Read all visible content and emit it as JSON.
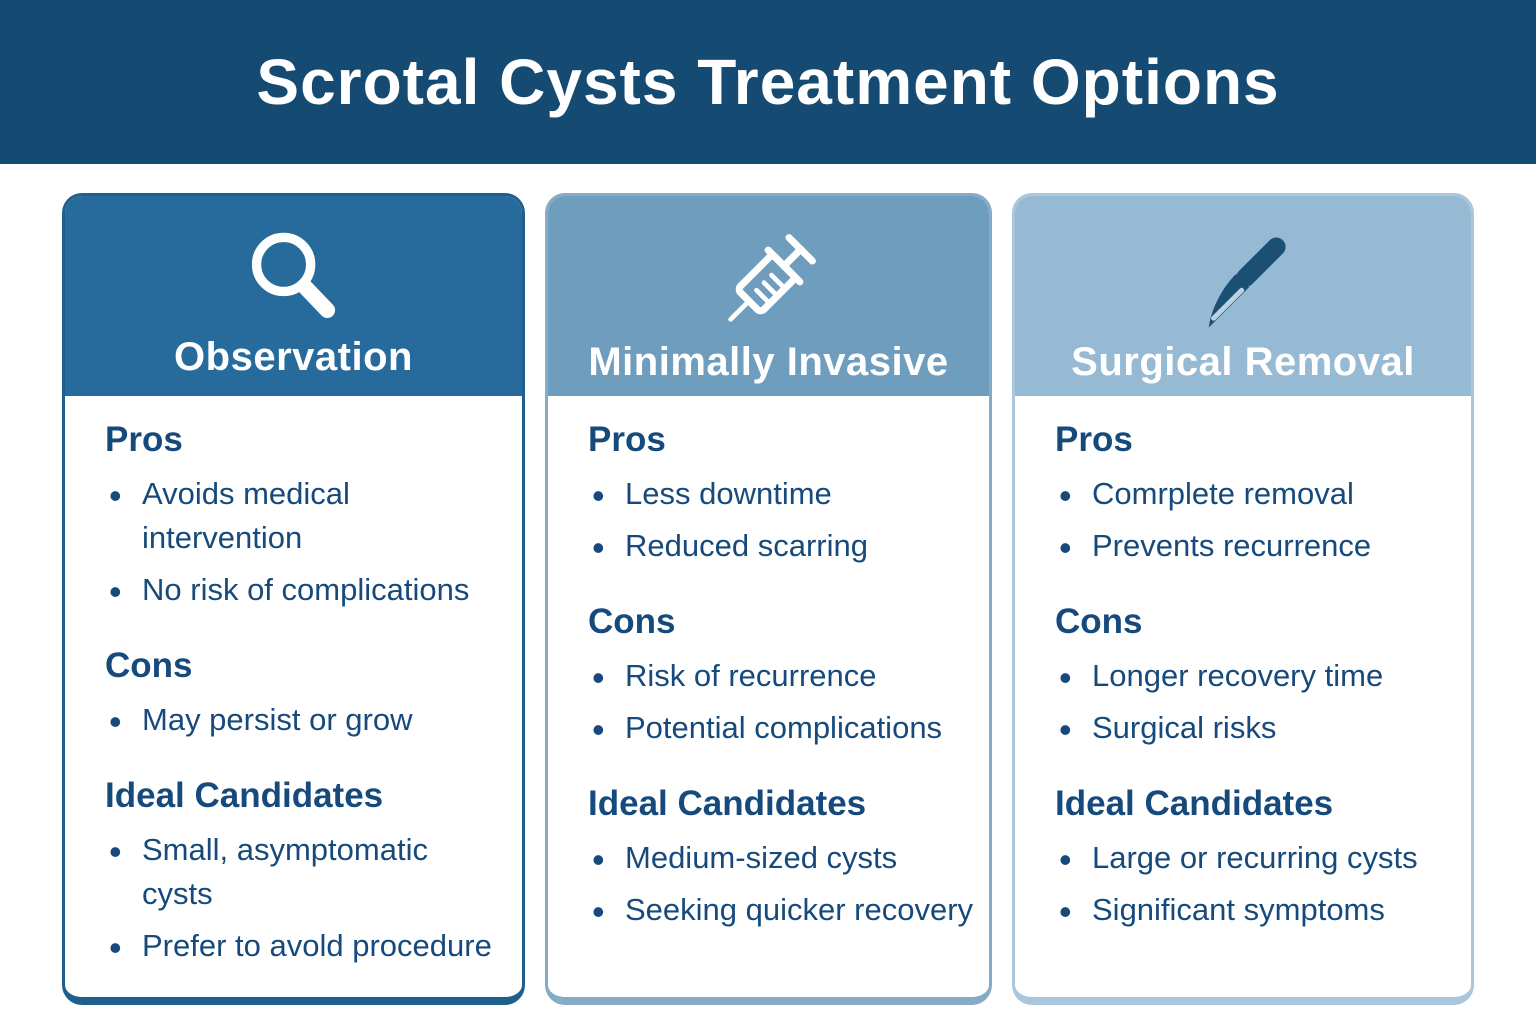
{
  "header": {
    "title": "Scrotal Cysts Treatment Options"
  },
  "colors": {
    "banner_bg": "#154a72",
    "body_text": "#174a7c",
    "card1_header_bg": "#276a9c",
    "card1_border": "#1f5f8e",
    "card2_header_bg": "#6f9dbd",
    "card2_border": "#85abc6",
    "card3_header_bg": "#97bad4",
    "card3_border": "#a9c6dc",
    "icon_white": "#ffffff",
    "scalpel_dark": "#1b4f74",
    "scalpel_edge": "#b9d2e4"
  },
  "cards": [
    {
      "title": "Observation",
      "icon": "magnifying-glass-icon",
      "sections": [
        {
          "heading": "Pros",
          "items": [
            "Avoids medical intervention",
            "No risk of complications"
          ]
        },
        {
          "heading": "Cons",
          "items": [
            "May persist or grow"
          ]
        },
        {
          "heading": "Ideal Candidates",
          "items": [
            "Small, asymptomatic cysts",
            "Prefer to avold procedure"
          ]
        }
      ]
    },
    {
      "title": "Minimally Invasive",
      "icon": "syringe-icon",
      "sections": [
        {
          "heading": "Pros",
          "items": [
            "Less downtime",
            "Reduced scarring"
          ]
        },
        {
          "heading": "Cons",
          "items": [
            "Risk of recurrence",
            "Potential complications"
          ]
        },
        {
          "heading": "Ideal Candidates",
          "items": [
            "Medium-sized cysts",
            "Seeking quicker recovery"
          ]
        }
      ]
    },
    {
      "title": "Surgical Removal",
      "icon": "scalpel-icon",
      "sections": [
        {
          "heading": "Pros",
          "items": [
            "Comrplete removal",
            "Prevents recurrence"
          ]
        },
        {
          "heading": "Cons",
          "items": [
            "Longer recovery time",
            "Surgical risks"
          ]
        },
        {
          "heading": "Ideal Candidates",
          "items": [
            "Large or recurring cysts",
            "Significant symptoms"
          ]
        }
      ]
    }
  ]
}
